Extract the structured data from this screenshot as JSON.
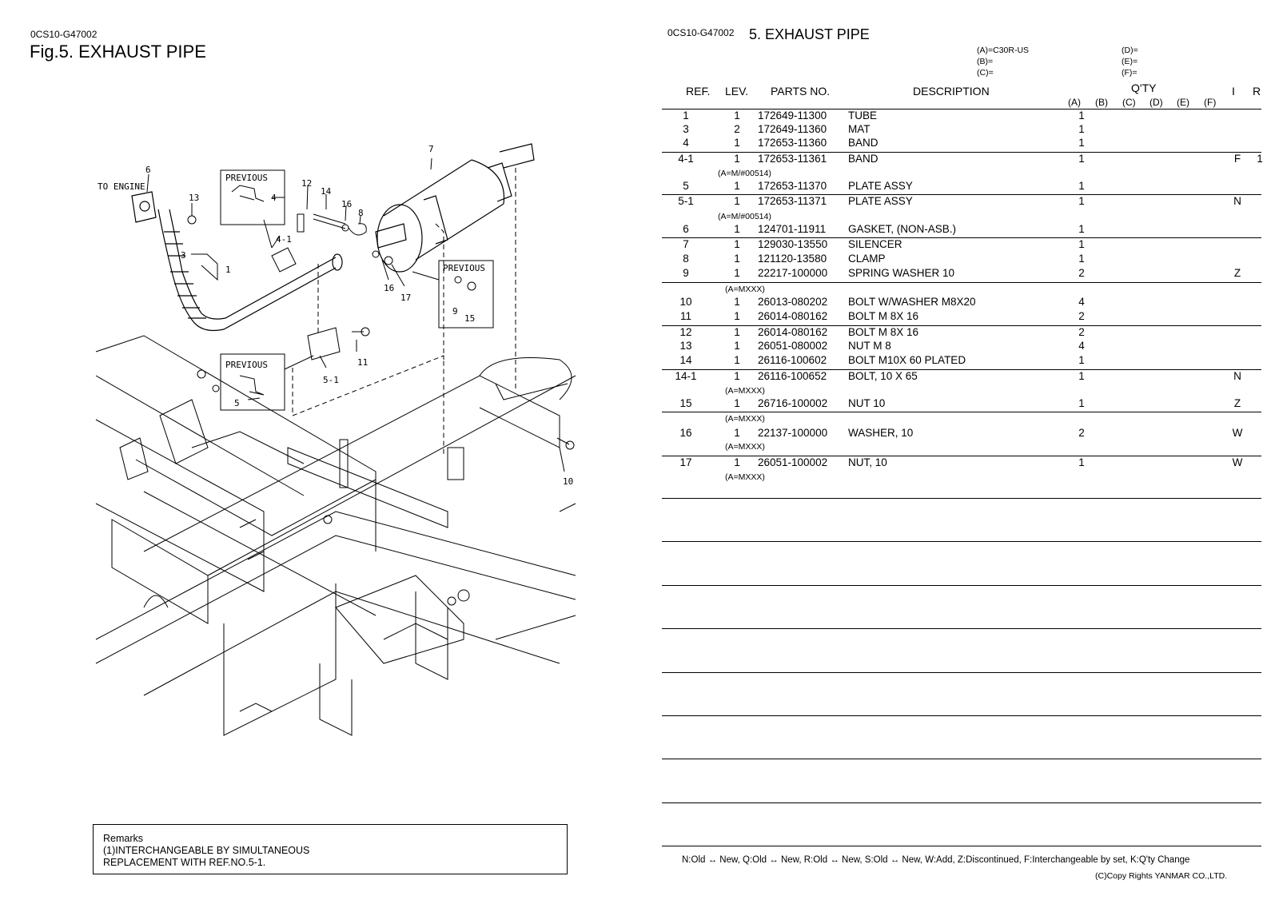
{
  "left": {
    "doc_code": "0CS10-G47002",
    "fig_title": "Fig.5.  EXHAUST PIPE",
    "diagram": {
      "to_engine": "TO ENGINE",
      "previous_label": "PREVIOUS",
      "callouts": {
        "c1": "1",
        "c3": "3",
        "c4": "4",
        "c4_1": "4-1",
        "c5": "5",
        "c5_1": "5-1",
        "c6": "6",
        "c7": "7",
        "c8": "8",
        "c9": "9",
        "c10": "10",
        "c11": "11",
        "c12": "12",
        "c13": "13",
        "c14": "14",
        "c15": "15",
        "c16a": "16",
        "c16b": "16",
        "c17": "17"
      }
    },
    "remarks": {
      "title": "Remarks",
      "line1": "(1)INTERCHANGEABLE BY SIMULTANEOUS",
      "line2": "REPLACEMENT WITH REF.NO.5-1."
    }
  },
  "right": {
    "doc_code": "0CS10-G47002",
    "title": "5.  EXHAUST PIPE",
    "models": {
      "a": "(A)=C30R-US",
      "b": "(B)=",
      "c": "(C)=",
      "d": "(D)=",
      "e": "(E)=",
      "f": "(F)="
    },
    "headers": {
      "ref": "REF.",
      "lev": "LEV.",
      "parts_no": "PARTS NO.",
      "description": "DESCRIPTION",
      "qty": "Q'TY",
      "i": "I",
      "r": "R",
      "qa": "(A)",
      "qb": "(B)",
      "qc": "(C)",
      "qd": "(D)",
      "qe": "(E)",
      "qf": "(F)"
    },
    "rows": [
      {
        "ref": "1",
        "lev": "1",
        "pn": "172649-11300",
        "desc": "TUBE",
        "qa": "1",
        "i": "",
        "r": ""
      },
      {
        "ref": "3",
        "lev": "2",
        "pn": "172649-11360",
        "desc": "MAT",
        "qa": "1",
        "i": "",
        "r": ""
      },
      {
        "ref": "4",
        "lev": "1",
        "pn": "172653-11360",
        "desc": "BAND",
        "qa": "1",
        "i": "",
        "r": ""
      },
      {
        "ref": "4-1",
        "lev": "1",
        "pn": "172653-11361",
        "desc": "BAND",
        "qa": "1",
        "i": "F",
        "r": "1"
      },
      {
        "ref": "5",
        "lev": "1",
        "pn": "172653-11370",
        "desc": "PLATE ASSY",
        "qa": "1",
        "i": "",
        "r": ""
      },
      {
        "ref": "5-1",
        "lev": "1",
        "pn": "172653-11371",
        "desc": "PLATE ASSY",
        "qa": "1",
        "i": "N",
        "r": ""
      },
      {
        "ref": "6",
        "lev": "1",
        "pn": "124701-11911",
        "desc": "GASKET, (NON-ASB.)",
        "qa": "1",
        "i": "",
        "r": ""
      },
      {
        "ref": "7",
        "lev": "1",
        "pn": "129030-13550",
        "desc": "SILENCER",
        "qa": "1",
        "i": "",
        "r": ""
      },
      {
        "ref": "8",
        "lev": "1",
        "pn": "121120-13580",
        "desc": "CLAMP",
        "qa": "1",
        "i": "",
        "r": ""
      },
      {
        "ref": "9",
        "lev": "1",
        "pn": "22217-100000",
        "desc": "SPRING WASHER 10",
        "qa": "2",
        "i": "Z",
        "r": ""
      },
      {
        "ref": "10",
        "lev": "1",
        "pn": "26013-080202",
        "desc": "BOLT W/WASHER M8X20",
        "qa": "4",
        "i": "",
        "r": ""
      },
      {
        "ref": "11",
        "lev": "1",
        "pn": "26014-080162",
        "desc": "BOLT M 8X 16",
        "qa": "2",
        "i": "",
        "r": ""
      },
      {
        "ref": "12",
        "lev": "1",
        "pn": "26014-080162",
        "desc": "BOLT M 8X 16",
        "qa": "2",
        "i": "",
        "r": ""
      },
      {
        "ref": "13",
        "lev": "1",
        "pn": "26051-080002",
        "desc": "NUT M 8",
        "qa": "4",
        "i": "",
        "r": ""
      },
      {
        "ref": "14",
        "lev": "1",
        "pn": "26116-100602",
        "desc": "BOLT M10X 60 PLATED",
        "qa": "1",
        "i": "",
        "r": ""
      },
      {
        "ref": "14-1",
        "lev": "1",
        "pn": "26116-100652",
        "desc": "BOLT,  10 X  65",
        "qa": "1",
        "i": "N",
        "r": ""
      },
      {
        "ref": "15",
        "lev": "1",
        "pn": "26716-100002",
        "desc": "NUT 10",
        "qa": "1",
        "i": "Z",
        "r": ""
      },
      {
        "ref": "16",
        "lev": "1",
        "pn": "22137-100000",
        "desc": "WASHER,  10",
        "qa": "2",
        "i": "W",
        "r": ""
      },
      {
        "ref": "17",
        "lev": "1",
        "pn": "26051-100002",
        "desc": "NUT,  10",
        "qa": "1",
        "i": "W",
        "r": ""
      }
    ],
    "notes": {
      "n1": "(A=M/#00514)",
      "n2": "(A=M/#00514)",
      "n3": "(A=MXXX)",
      "n4": "(A=MXXX)",
      "n5": "(A=MXXX)",
      "n6": "(A=MXXX)",
      "n7": "(A=MXXX)"
    },
    "footer_legend": "N:Old ↔ New, Q:Old ↔ New, R:Old ↔ New, S:Old ↔ New, W:Add, Z:Discontinued, F:Interchangeable by set, K:Q'ty Change",
    "copyright": "(C)Copy Rights YANMAR CO.,LTD."
  }
}
